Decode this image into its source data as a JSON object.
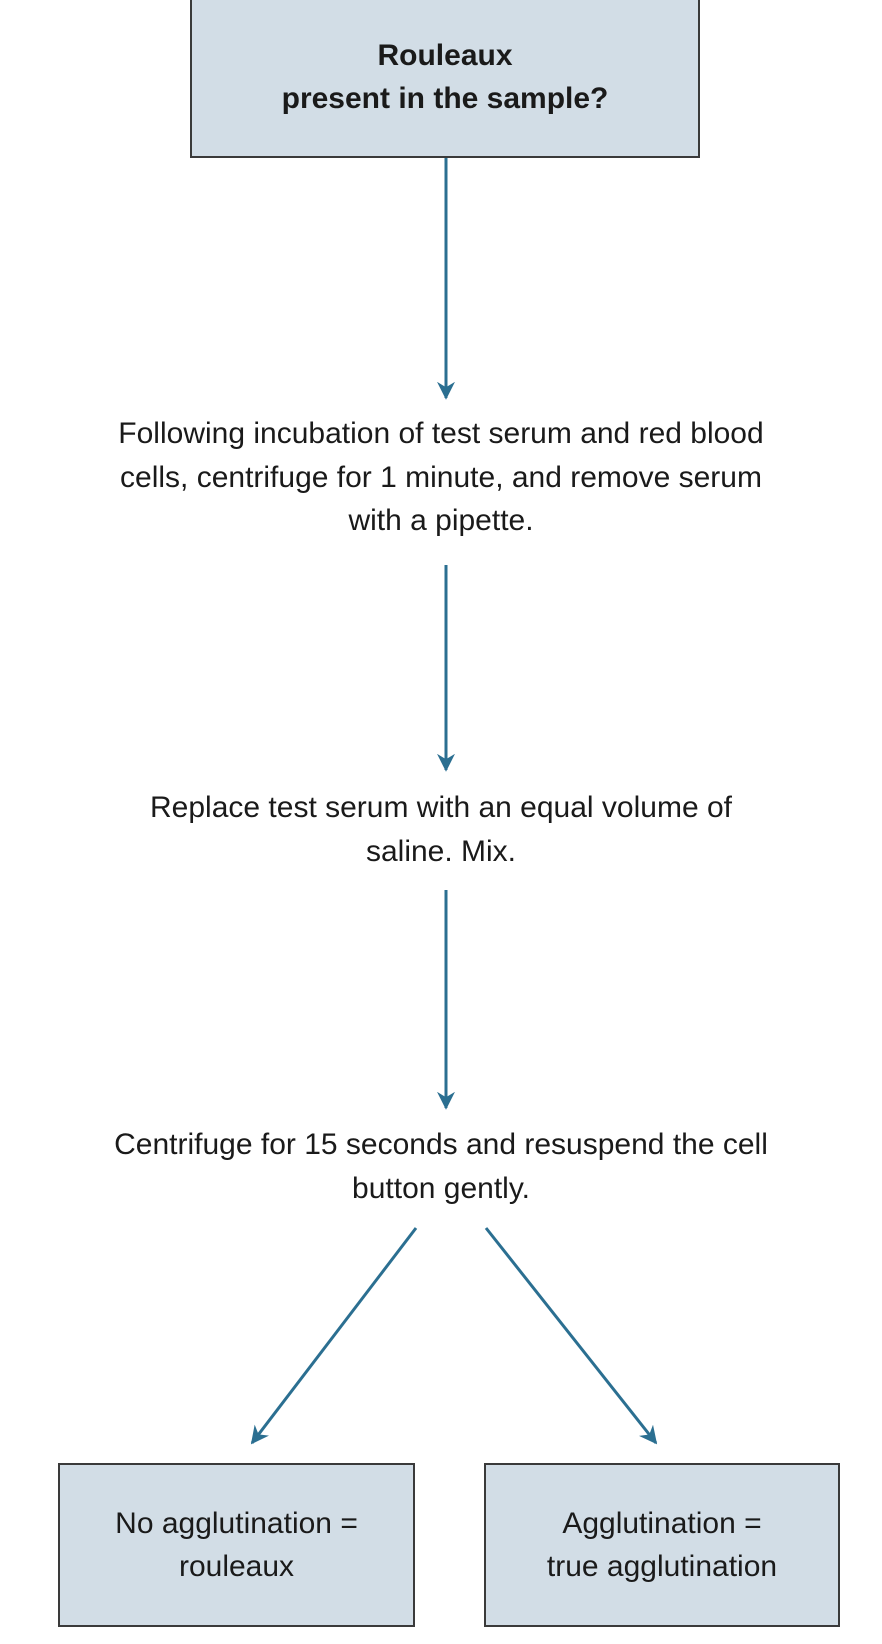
{
  "nodes": {
    "question": [
      "Rouleaux",
      "present in the sample?"
    ],
    "step_incubation": [
      "Following incubation of test serum and red blood",
      "cells, centrifuge for 1 minute, and remove serum",
      "with a pipette."
    ],
    "step_replace": [
      "Replace test serum with an equal volume of",
      "saline. Mix."
    ],
    "step_centrifuge": [
      "Centrifuge for 15 seconds and resuspend the cell",
      "button gently."
    ],
    "outcome_no": [
      "No agglutination =",
      "rouleaux"
    ],
    "outcome_yes": [
      "Agglutination =",
      "true agglutination"
    ]
  },
  "colors": {
    "arrow": "#2b6f91",
    "box_fill": "#d2dde6",
    "box_border": "#3a3a3a"
  }
}
